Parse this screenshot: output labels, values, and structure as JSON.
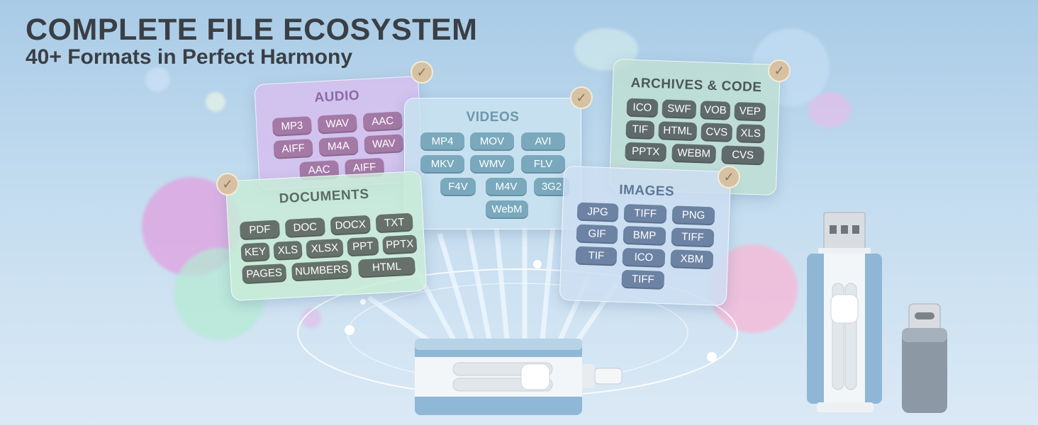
{
  "heading": {
    "title": "COMPLETE FILE ECOSYSTEM",
    "subtitle": "40+ Formats in Perfect Harmony"
  },
  "cards": {
    "audio": {
      "title": "AUDIO",
      "formats": [
        "MP3",
        "WAV",
        "AAC",
        "AIFF",
        "M4A",
        "WAV",
        "AAC",
        "AIFF"
      ]
    },
    "videos": {
      "title": "VIDEOS",
      "formats": [
        "MP4",
        "MOV",
        "AVI",
        "MKV",
        "WMV",
        "FLV",
        "F4V",
        "M4V",
        "3G2",
        "WebM"
      ]
    },
    "archives": {
      "title": "ARCHIVES & CODE",
      "formats": [
        "ICO",
        "SWF",
        "VOB",
        "VEP",
        "TIF",
        "HTML",
        "CVS",
        "XLS",
        "PPTX",
        "WEBM",
        "CVS"
      ]
    },
    "documents": {
      "title": "DOCUMENTS",
      "formats": [
        "PDF",
        "DOC",
        "DOCX",
        "TXT",
        "KEY",
        "XLS",
        "XLSX",
        "PPT",
        "PPTX",
        "PAGES",
        "NUMBERS",
        "HTML"
      ]
    },
    "images": {
      "title": "IMAGES",
      "formats": [
        "JPG",
        "TIFF",
        "PNG",
        "GIF",
        "BMP",
        "TIFF",
        "TIF",
        "ICO",
        "XBM",
        "TIFF"
      ]
    }
  },
  "icons": {
    "check": "check-badge-icon",
    "usb": "usb-flash-drive",
    "adapter": "usb-c-adapter"
  },
  "colors": {
    "audio_chip": "#a479a6",
    "video_chip": "#7aa9bd",
    "archive_chip": "#5f6b6a",
    "doc_chip": "#66716c",
    "image_chip": "#6d83a4"
  }
}
